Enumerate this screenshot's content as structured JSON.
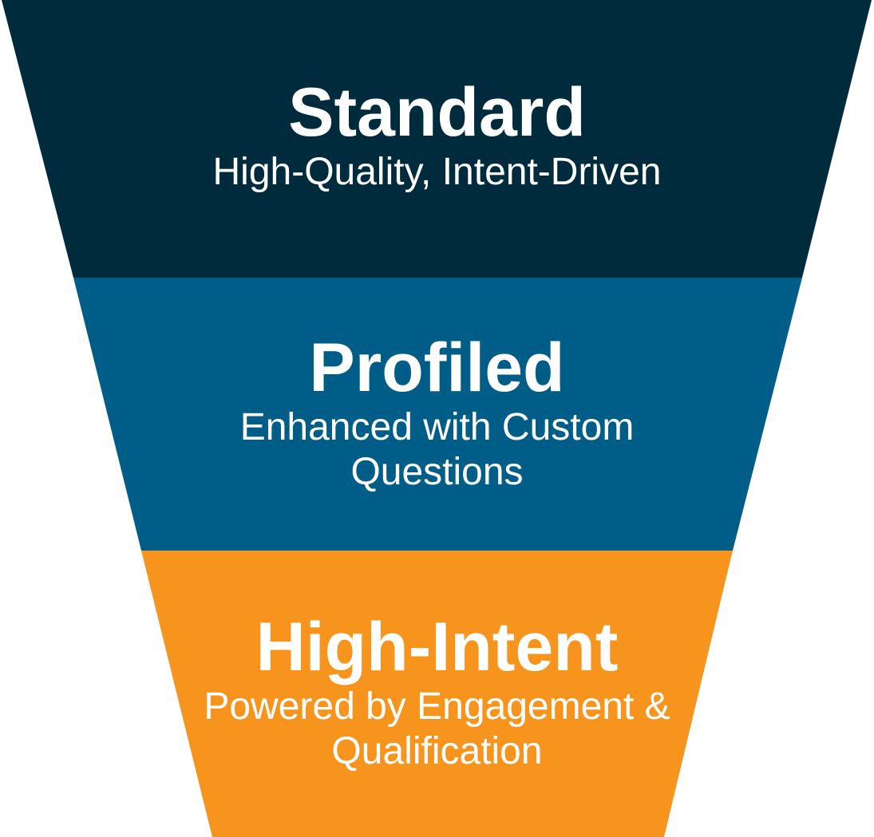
{
  "funnel": {
    "tiers": [
      {
        "title": "Standard",
        "subtitle": "High-Quality, Intent-Driven",
        "color": "#002b3d"
      },
      {
        "title": "Profiled",
        "subtitle": "Enhanced with Custom Questions",
        "color": "#005d87"
      },
      {
        "title": "High-Intent",
        "subtitle": "Powered by Engagement & Qualification",
        "color": "#f7941d"
      }
    ]
  }
}
